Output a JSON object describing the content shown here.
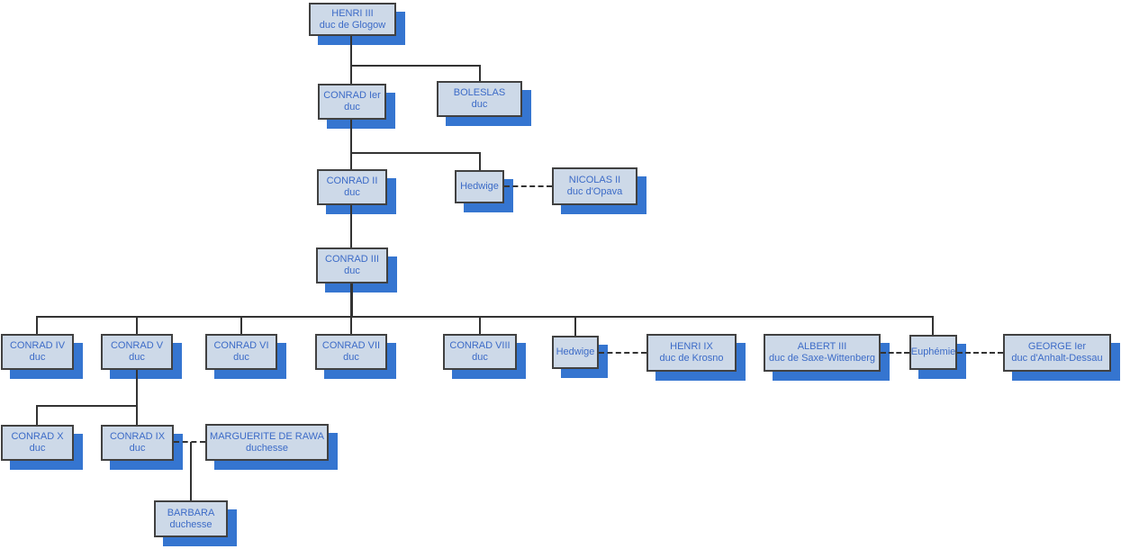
{
  "colors": {
    "background": "#ffffff",
    "box_fill": "#cdd9e8",
    "box_border": "#414141",
    "box_shadow": "#3575d0",
    "text": "#3c6bc7",
    "connector": "#333333"
  },
  "nodes": {
    "henri3": {
      "name": "HENRI III",
      "title": "duc de Glogow"
    },
    "conrad1": {
      "name": "CONRAD Ier",
      "title": "duc"
    },
    "boleslas": {
      "name": "BOLESLAS",
      "title": "duc"
    },
    "conrad2": {
      "name": "CONRAD II",
      "title": "duc"
    },
    "hedwige1": {
      "name": "Hedwige",
      "title": ""
    },
    "nicolas2": {
      "name": "NICOLAS II",
      "title": "duc d'Opava"
    },
    "conrad3": {
      "name": "CONRAD III",
      "title": "duc"
    },
    "conrad4": {
      "name": "CONRAD IV",
      "title": "duc"
    },
    "conrad5": {
      "name": "CONRAD V",
      "title": "duc"
    },
    "conrad6": {
      "name": "CONRAD VI",
      "title": "duc"
    },
    "conrad7": {
      "name": "CONRAD VII",
      "title": "duc"
    },
    "conrad8": {
      "name": "CONRAD VIII",
      "title": "duc"
    },
    "hedwige2": {
      "name": "Hedwige",
      "title": ""
    },
    "henri9": {
      "name": "HENRI IX",
      "title": "duc de Krosno"
    },
    "albert3": {
      "name": "ALBERT III",
      "title": "duc de Saxe-Wittenberg"
    },
    "euphemie": {
      "name": "Euphémie",
      "title": ""
    },
    "george1": {
      "name": "GEORGE Ier",
      "title": "duc d'Anhalt-Dessau"
    },
    "conrad10": {
      "name": "CONRAD X",
      "title": "duc"
    },
    "conrad9": {
      "name": "CONRAD IX",
      "title": "duc"
    },
    "marguerite": {
      "name": "MARGUERITE DE RAWA",
      "title": "duchesse"
    },
    "barbara": {
      "name": "BARBARA",
      "title": "duchesse"
    }
  },
  "relationships": {
    "parent_child": [
      {
        "parent": "HENRI III",
        "children": [
          "CONRAD Ier",
          "BOLESLAS"
        ]
      },
      {
        "parent": "CONRAD Ier",
        "children": [
          "CONRAD II",
          "Hedwige"
        ]
      },
      {
        "parent": "CONRAD II",
        "children": [
          "CONRAD III"
        ]
      },
      {
        "parent": "CONRAD III",
        "children": [
          "CONRAD IV",
          "CONRAD V",
          "CONRAD VI",
          "CONRAD VII",
          "CONRAD VIII",
          "Hedwige",
          "Euphémie"
        ]
      },
      {
        "parent": "CONRAD V",
        "children": [
          "CONRAD X",
          "CONRAD IX"
        ]
      },
      {
        "parent": "CONRAD IX + MARGUERITE DE RAWA",
        "children": [
          "BARBARA"
        ]
      }
    ],
    "marriages": [
      {
        "a": "Hedwige (fille de CONRAD Ier)",
        "b": "NICOLAS II duc d'Opava"
      },
      {
        "a": "Hedwige (fille de CONRAD III)",
        "b": "HENRI IX duc de Krosno"
      },
      {
        "a": "Euphémie",
        "b": "ALBERT III duc de Saxe-Wittenberg"
      },
      {
        "a": "Euphémie",
        "b": "GEORGE Ier duc d'Anhalt-Dessau"
      },
      {
        "a": "CONRAD IX",
        "b": "MARGUERITE DE RAWA duchesse"
      }
    ]
  }
}
